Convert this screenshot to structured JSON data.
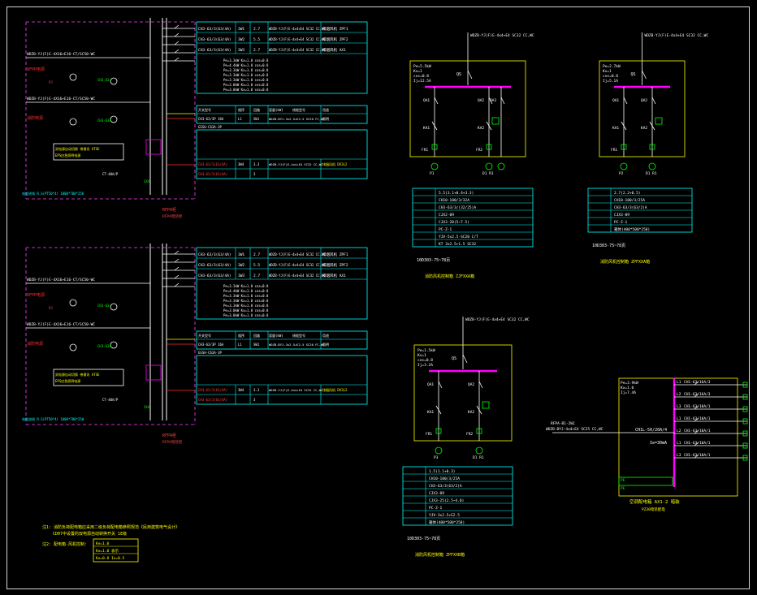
{
  "colors": {
    "bg": "#000000",
    "white": "#ffffff",
    "cyan": "#00ffff",
    "magenta": "#ff00ff",
    "yellow": "#ffff00",
    "green": "#00ff00",
    "red": "#ff2020",
    "dash": "#ff40ff"
  },
  "panel_a": {
    "label": "RFPA柜",
    "sub": "RFPA暗装柜",
    "rows": [
      {
        "brk": "CH3-63/3(63/4A)",
        "ph": "3W1",
        "kw": "2.7",
        "cable": "WDZB-YJ(F)E-4x4+E4 SC32 CC,WC",
        "load": "排烟风机",
        "code": "ZPF1"
      },
      {
        "brk": "CH3-63/3(63/4A)",
        "ph": "3W2",
        "kw": "5.5",
        "cable": "WDZB-YJ(F)E-4x4+E4 SC32 CC,WC",
        "load": "排烟风机",
        "code": "ZPF2"
      },
      {
        "brk": "CH3-63/3(63/4A)",
        "ph": "3W3",
        "kw": "2.7",
        "cable": "WDZB-YJ(F)E-4x4+E4 SC32 CC,WC",
        "load": "排烟风机",
        "code": "AX1"
      }
    ],
    "params": [
      "Pe=3.3kW Kx=1.0 cos=0.8",
      "Pe=4.4kW Kx=1.0 cos=0.8",
      "Pe=3.3kW Kx=1.0 cos=0.8",
      "Pe=3.3kW Kx=1.0 cos=0.8",
      "Pe=3.3kW Kx=1.0 cos=0.8",
      "Pe=3.0kW Kx=1.0 cos=0.8",
      "Pe=3.0kW Kx=1.0 cos=0.8"
    ],
    "header": [
      "开关型号",
      "相序",
      "回路",
      "容量(kW)",
      "线缆型号",
      "用途"
    ],
    "row_a": {
      "brk": "CH3-63/3P 16A",
      "ph": "L1",
      "kw": "SW1",
      "cable": "WDZB-BYJ-3x2.5+E2.5 SC20 FC,WC",
      "load": "照明"
    },
    "row_b": {
      "brk": "CH3-63/3(63/4A)",
      "ph": "3W4",
      "kw": "3.3",
      "cable": "WDZB-YJ(F)E-4x4+E4 SC32 CC,WC",
      "load": "排烟风机",
      "code": "DX3L2"
    },
    "row_c": {
      "brk": "CH3-63/3(63/4A)",
      "ph": "3W5",
      "kw": "1",
      "cable": "WDZB-BYJ-4x4+E4 SC25 FC,WC",
      "load": "消防设备",
      "code": "DX3L2"
    },
    "row_d": "CH3-63/3(63/4A)",
    "spd": "GSSH-C63A-3P"
  },
  "notes": {
    "n1": "注1: 消防负荷配电箱应采用二级负荷配电箱参照规范《民用建筑电气设计》",
    "n2": "CD07中设置的双电源自动转换开关 1E级",
    "n3": "注2: 配电箱-风机控制:",
    "legend": [
      "Ke=1.0",
      "Kx=1.0 表示",
      "Kx=0.8 Ix=0.5"
    ]
  },
  "ctrl": {
    "zpf_a": {
      "feeder": "WDZB-YJ(F)E-4x4+E4 SC32 CC,WC",
      "pe": "Pe=5.5kW",
      "kx": "Kx=1",
      "cos": "cos=0.8",
      "ij": "Ij=12.5A",
      "qs": "QS",
      "qa1": "QA1",
      "qa2": "QA2",
      "qa3": "QA3",
      "ka1": "KA1",
      "ka2": "KA2",
      "fr1": "FR1",
      "fr2": "FR2",
      "p1": "P1",
      "p2": "D1 R1",
      "tbl": [
        "5.5(3.1+0.4+3.3)",
        "CH10-100/3/32A",
        "CH3-63/3/(32/25)A",
        "CJX2-09",
        "CJX3-20(5~7.5)",
        "PC-Z-1",
        "YJV-5x2.5-SC20 C/T",
        "KT 3x2.5+1.5 SC32",
        "箱体(400*500*250)"
      ],
      "title": "消防风机控制箱 ZJFXXA箱",
      "tail": "10D303-75~78页"
    },
    "zpf_b": {
      "feeder": "WDZB-YJ(F)E-4x4+E4 SC32 CC,WC",
      "pe": "Pe=2.7kW",
      "kx": "Kx=1",
      "cos": "cos=0.8",
      "ij": "Ij=5.1A",
      "qs": "QS",
      "qa1": "QA1",
      "qa2": "QA2",
      "ka1": "KA1",
      "ka2": "KA2",
      "fr1": "FR1",
      "p1": "P2",
      "p2": "D1 R1",
      "tbl": [
        "2.7(2.2+0.5)",
        "CH10-100/3/25A",
        "CH3-63/3(63/2)A",
        "CJX3-09",
        "PC-Z-1",
        "箱体(400*500*250)"
      ],
      "title": "消防风机控制箱 ZPFXXA箱",
      "tail": "10D303-75~78页"
    },
    "zpf_c": {
      "feeder": "WDZB-YJ(F)E-4x4+E4 SC32 CC,WC",
      "pe": "Pe=1.5kW",
      "kx": "Kx=1",
      "cos": "cos=0.8",
      "ij": "Ij=3.2A",
      "qs": "QS",
      "qa1": "QA1",
      "qa2": "QA2",
      "ka1": "KA1",
      "ka2": "KA2",
      "fr1": "FR1",
      "fr2": "FR2",
      "p1": "P3",
      "p2": "D1 R1",
      "tbl": [
        "1.5(1.1+0.3)",
        "CH10-100/3/25A",
        "CH3-63/3(63/2)A",
        "CJX3-09",
        "CJX3-25(2.5~4.0)",
        "PC-Z-1",
        "YJV-3x2.5+E2.5",
        "箱体(400*500*250)"
      ],
      "title": "消防风机控制箱 ZPFXXB箱",
      "tail": "10D303-75~78页"
    }
  },
  "dist": {
    "params": [
      "Pe=3.9kW",
      "Kx=1.0",
      "Ij=7.4A"
    ],
    "incoming": [
      "RFPA-B1-2W1",
      "WDZB-BYJ-4x4+E4 SC25 CC,WC"
    ],
    "main_brk": "CH1L-50/20A/4",
    "ie": "Ie=30mA",
    "circuits": [
      {
        "ph": "L1",
        "brk": "CH1-63/16A/3"
      },
      {
        "ph": "L2",
        "brk": "CH1-63/16A/3"
      },
      {
        "ph": "L3",
        "brk": "CH1-63/10A/1"
      },
      {
        "ph": "L1",
        "brk": "CH1-63/10A/1"
      },
      {
        "ph": "L2",
        "brk": "CH1-63/10A/1"
      },
      {
        "ph": "L1",
        "brk": "CH1-63/10A/1"
      },
      {
        "ph": "L3",
        "brk": "CH1-63/10A/1"
      }
    ],
    "title": "空调配电箱 AX1-2 暗装",
    "sub": "PZ30暗装配电",
    "pe1": "PE",
    "pe2": "PE"
  }
}
